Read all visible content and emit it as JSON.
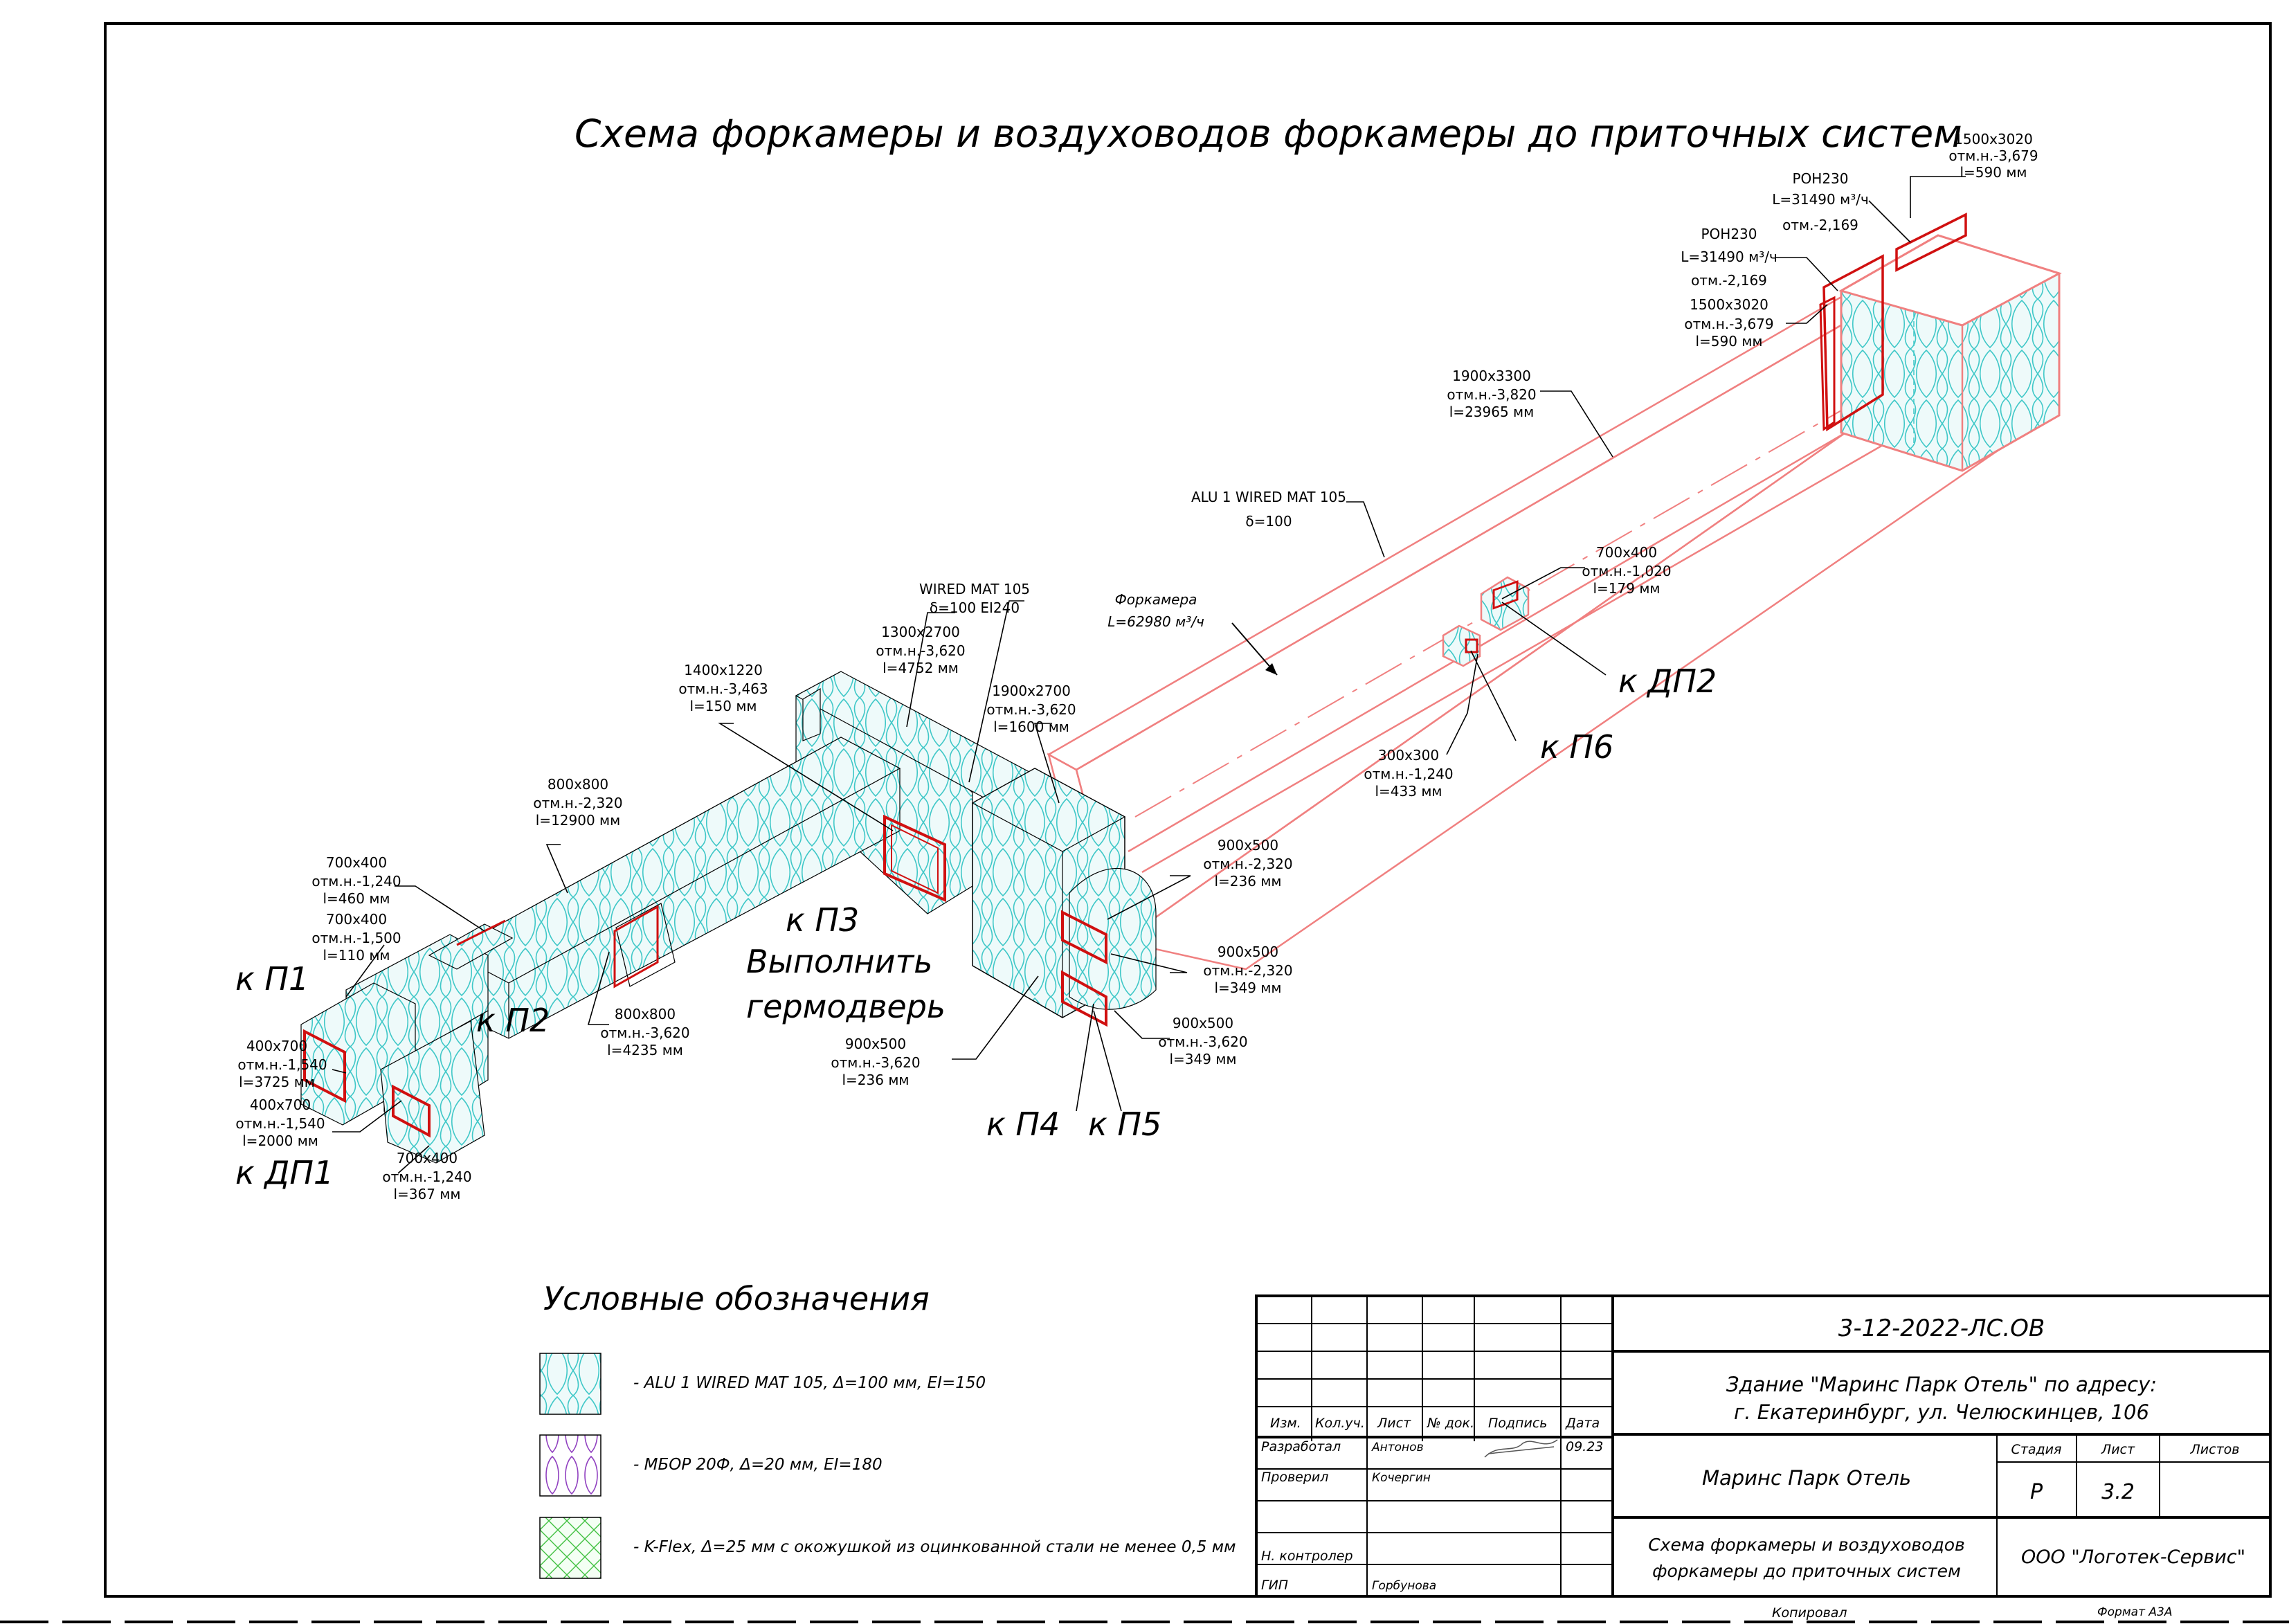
{
  "title": "Схема форкамеры и воздуховодов форкамеры до приточных систем",
  "colors": {
    "duct_outline": "#f08080",
    "insulation_main": "#40c8c8",
    "insulation_mbor": "#9040c0",
    "insulation_kflex": "#40c040",
    "red_opening": "#d01010"
  },
  "notes": {
    "n1": [
      "1500x3020",
      "отм.н.-3,679",
      "l=590 мм"
    ],
    "n2": [
      "РОН230",
      "L=31490 м³/ч",
      "отм.-2,169"
    ],
    "n3": [
      "РОН230",
      "L=31490 м³/ч",
      "отм.-2,169"
    ],
    "n4": [
      "1500x3020",
      "отм.н.-3,679",
      "l=590 мм"
    ],
    "n5": [
      "1900x3300",
      "отм.н.-3,820",
      "l=23965 мм"
    ],
    "n6": [
      "ALU 1 WIRED MAT 105",
      "δ=100"
    ],
    "n7": [
      "700x400",
      "отм.н.-1,020",
      "l=179 мм"
    ],
    "n8": [
      "Форкамера",
      "L=62980 м³/ч"
    ],
    "n9": [
      "WIRED MAT 105",
      "δ=100 EI240"
    ],
    "n10": [
      "1300x2700",
      "отм.н.-3,620",
      "l=4752 мм"
    ],
    "n11": [
      "1400x1220",
      "отм.н.-3,463",
      "l=150 мм"
    ],
    "n12": [
      "1900x2700",
      "отм.н.-3,620",
      "l=1600 мм"
    ],
    "n13": [
      "300x300",
      "отм.н.-1,240",
      "l=433 мм"
    ],
    "n14": [
      "800x800",
      "отм.н.-2,320",
      "l=12900 мм"
    ],
    "n15": [
      "900x500",
      "отм.н.-2,320",
      "l=236 мм"
    ],
    "n16": [
      "700x400",
      "отм.н.-1,240",
      "l=460 мм"
    ],
    "n17": [
      "700x400",
      "отм.н.-1,500",
      "l=110 мм"
    ],
    "n18": [
      "900x500",
      "отм.н.-2,320",
      "l=349 мм"
    ],
    "n19": [
      "800x800",
      "отм.н.-3,620",
      "l=4235 мм"
    ],
    "n20": [
      "900x500",
      "отм.н.-3,620",
      "l=349 мм"
    ],
    "n21": [
      "400x700",
      "отм.н.-1,540",
      "l=3725 мм"
    ],
    "n22": [
      "900x500",
      "отм.н.-3,620",
      "l=236 мм"
    ],
    "n23": [
      "400x700",
      "отм.н.-1,540",
      "l=2000 мм"
    ],
    "n24": [
      "700x400",
      "отм.н.-1,240",
      "l=367 мм"
    ]
  },
  "labels": {
    "dp2": "к ДП2",
    "p6": "к П6",
    "p3": "к П3",
    "door1": "Выполнить",
    "door2": "гермодверь",
    "p1": "к П1",
    "p2": "к П2",
    "p4": "к П4",
    "p5": "к П5",
    "dp1": "к ДП1"
  },
  "legend": {
    "title": "Условные обозначения",
    "items": [
      "- ALU 1 WIRED MAT 105, Δ=100 мм, EI=150",
      "- МБОР 20Ф, Δ=20 мм, EI=180",
      "- K-Flex, Δ=25 мм с окожушкой из оцинкованной стали не менее 0,5 мм"
    ]
  },
  "title_block": {
    "code": "3-12-2022-ЛС.ОВ",
    "address1": "Здание \"Маринс Парк Отель\" по адресу:",
    "address2": "г. Екатеринбург, ул. Челюскинцев, 106",
    "headers": {
      "izm": "Изм.",
      "kol": "Кол.уч.",
      "list": "Лист",
      "doc": "№ док.",
      "sign": "Подпись",
      "date": "Дата"
    },
    "roles": {
      "dev": "Разработал",
      "check": "Проверил",
      "nkontr": "Н. контролер",
      "gip": "ГИП"
    },
    "names": {
      "dev": "Антонов",
      "check": "Кочергин",
      "gip": "Горбунова"
    },
    "date": "09.23",
    "object": "Маринс Парк Отель",
    "stage_h": "Стадия",
    "sheet_h": "Лист",
    "sheets_h": "Листов",
    "stage": "Р",
    "sheet": "3.2",
    "drawing1": "Схема форкамеры и воздуховодов",
    "drawing2": "форкамеры до приточных систем",
    "company": "ООО \"Логотек-Сервис\""
  },
  "footer": {
    "copied": "Копировал",
    "format": "Формат А3А"
  }
}
